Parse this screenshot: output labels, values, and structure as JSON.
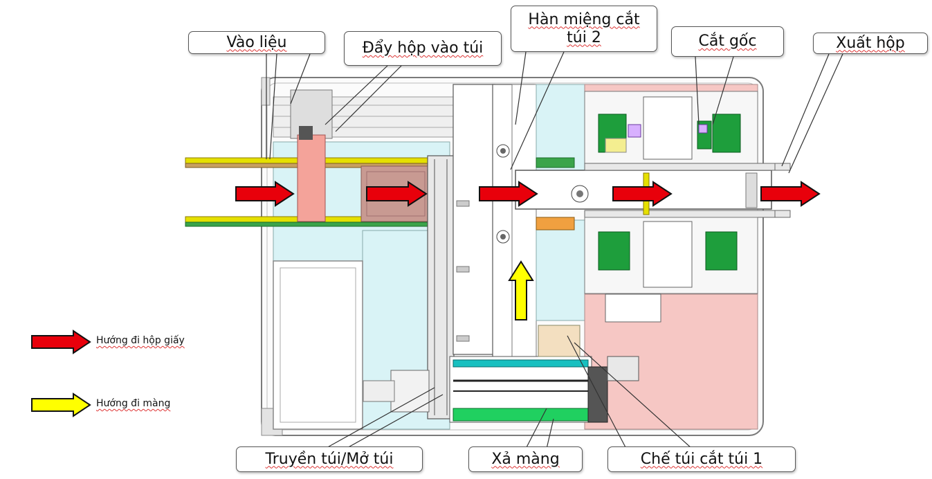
{
  "callouts": {
    "vao_lieu": "Vào liệu",
    "day_hop": "Đẩy hộp vào túi",
    "han_mieng_line1": "Hàn miệng cắt",
    "han_mieng_line2": "túi 2",
    "cat_goc": "Cắt gốc",
    "xuat_hop": "Xuất hộp",
    "truyen_tui": "Truyền túi/Mở túi",
    "xa_mang": "Xả màng",
    "che_tui": "Chế túi cắt túi 1"
  },
  "legend": {
    "red_label": "Hướng đi hộp giấy",
    "yellow_label": "Hướng đi màng"
  },
  "colors": {
    "red_arrow": "#e8000b",
    "yellow_arrow": "#ffff00",
    "light_cyan": "#d9f3f6",
    "pink_panel": "#f6c7c4",
    "green_part": "#1e9e3c",
    "frame_gray": "#9a9a9a"
  }
}
